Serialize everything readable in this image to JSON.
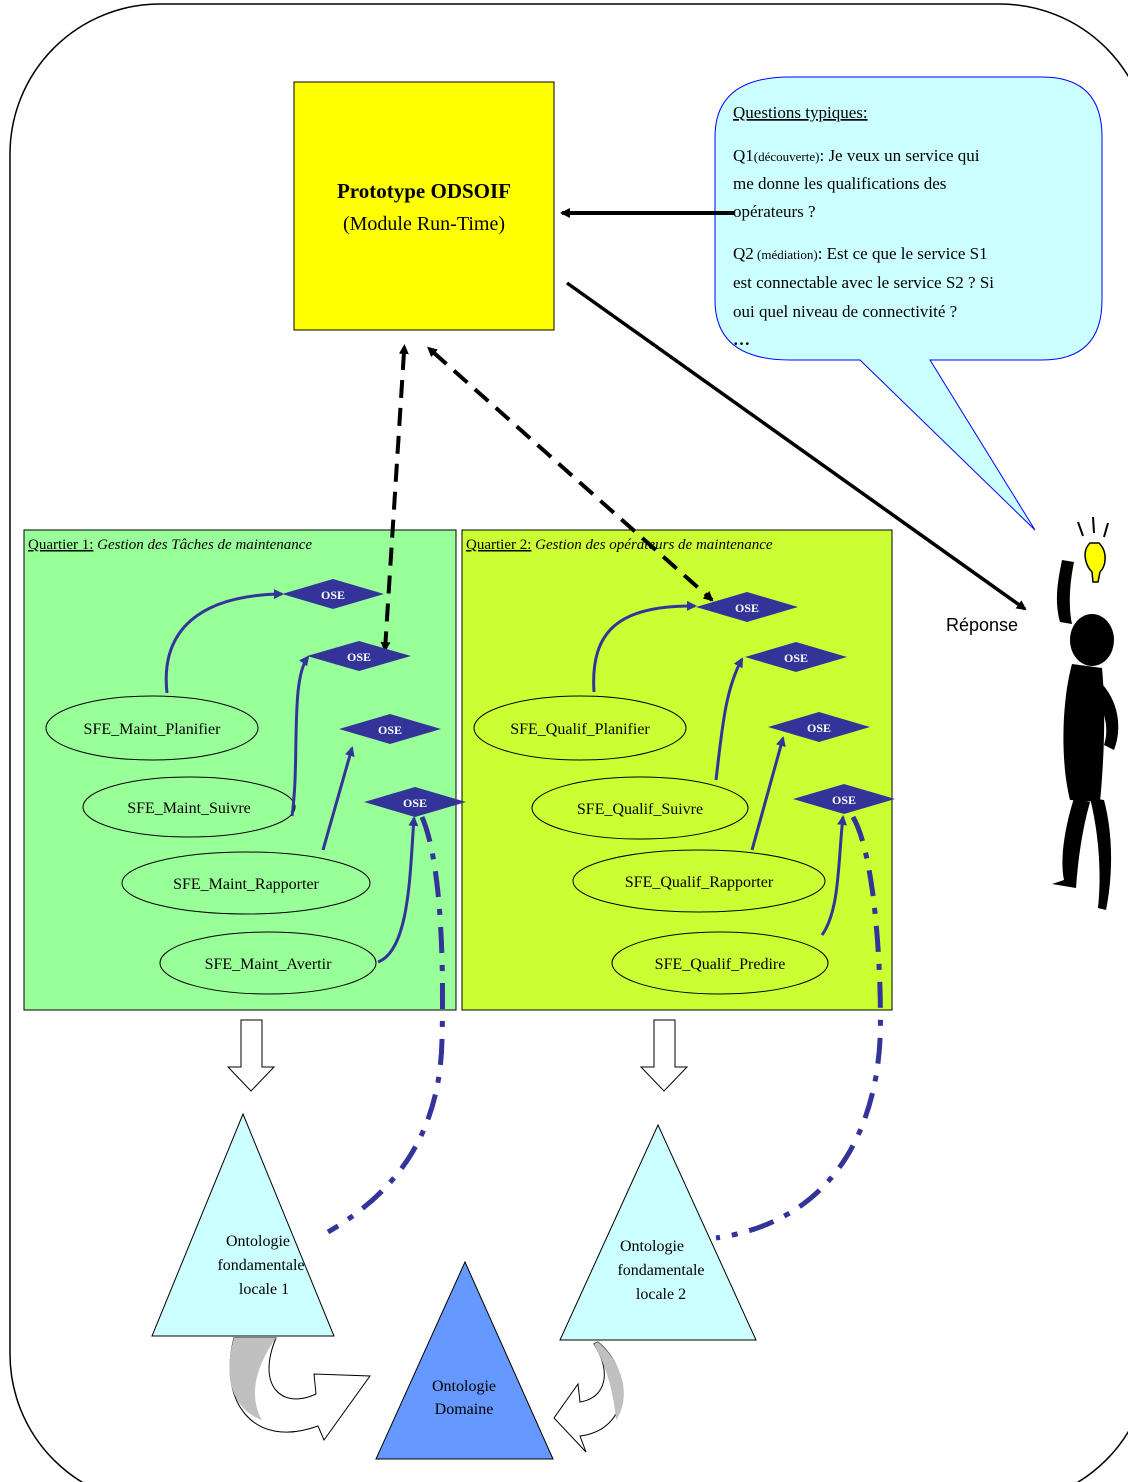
{
  "prototype": {
    "title": "Prototype ODSOIF",
    "subtitle": "(Module Run-Time)"
  },
  "questions": {
    "heading": "Questions typiques:",
    "q1_lines": [
      "Q1",
      "(découverte)",
      ": Je veux un service qui",
      "me donne les qualifications des",
      "opérateurs ?"
    ],
    "q2_lines": [
      "Q2",
      " (médiation)",
      ": Est ce que le service S1",
      "est connectable avec le service S2 ? Si",
      "oui quel niveau de connectivité ?"
    ],
    "ellipsis": "…"
  },
  "response_label": "Réponse",
  "quartier1": {
    "prefix": "Quartier 1:",
    "title": " Gestion des Tâches de maintenance",
    "color": "#99ff99",
    "services": [
      "SFE_Maint_Planifier",
      "SFE_Maint_Suivre",
      "SFE_Maint_Rapporter",
      "SFE_Maint_Avertir"
    ],
    "ose": [
      "OSE",
      "OSE",
      "OSE",
      "OSE"
    ]
  },
  "quartier2": {
    "prefix": "Quartier 2:",
    "title": " Gestion des opérateurs de maintenance",
    "color": "#ccff33",
    "services": [
      "SFE_Qualif_Planifier",
      "SFE_Qualif_Suivre",
      "SFE_Qualif_Rapporter",
      "SFE_Qualif_Predire"
    ],
    "ose": [
      "OSE",
      "OSE",
      "OSE",
      "OSE"
    ]
  },
  "ontologies": {
    "local1": [
      "Ontologie",
      "fondamentale",
      "locale 1"
    ],
    "local2": [
      "Ontologie",
      "fondamentale",
      "locale 2"
    ],
    "domain": [
      "Ontologie",
      "Domaine"
    ]
  },
  "colors": {
    "prototype_fill": "#ffff00",
    "callout_fill": "#ccffff",
    "ose_fill": "#333399",
    "triangle_local": "#ccffff",
    "triangle_domain": "#6699ff",
    "arrow_blue": "#333399"
  }
}
